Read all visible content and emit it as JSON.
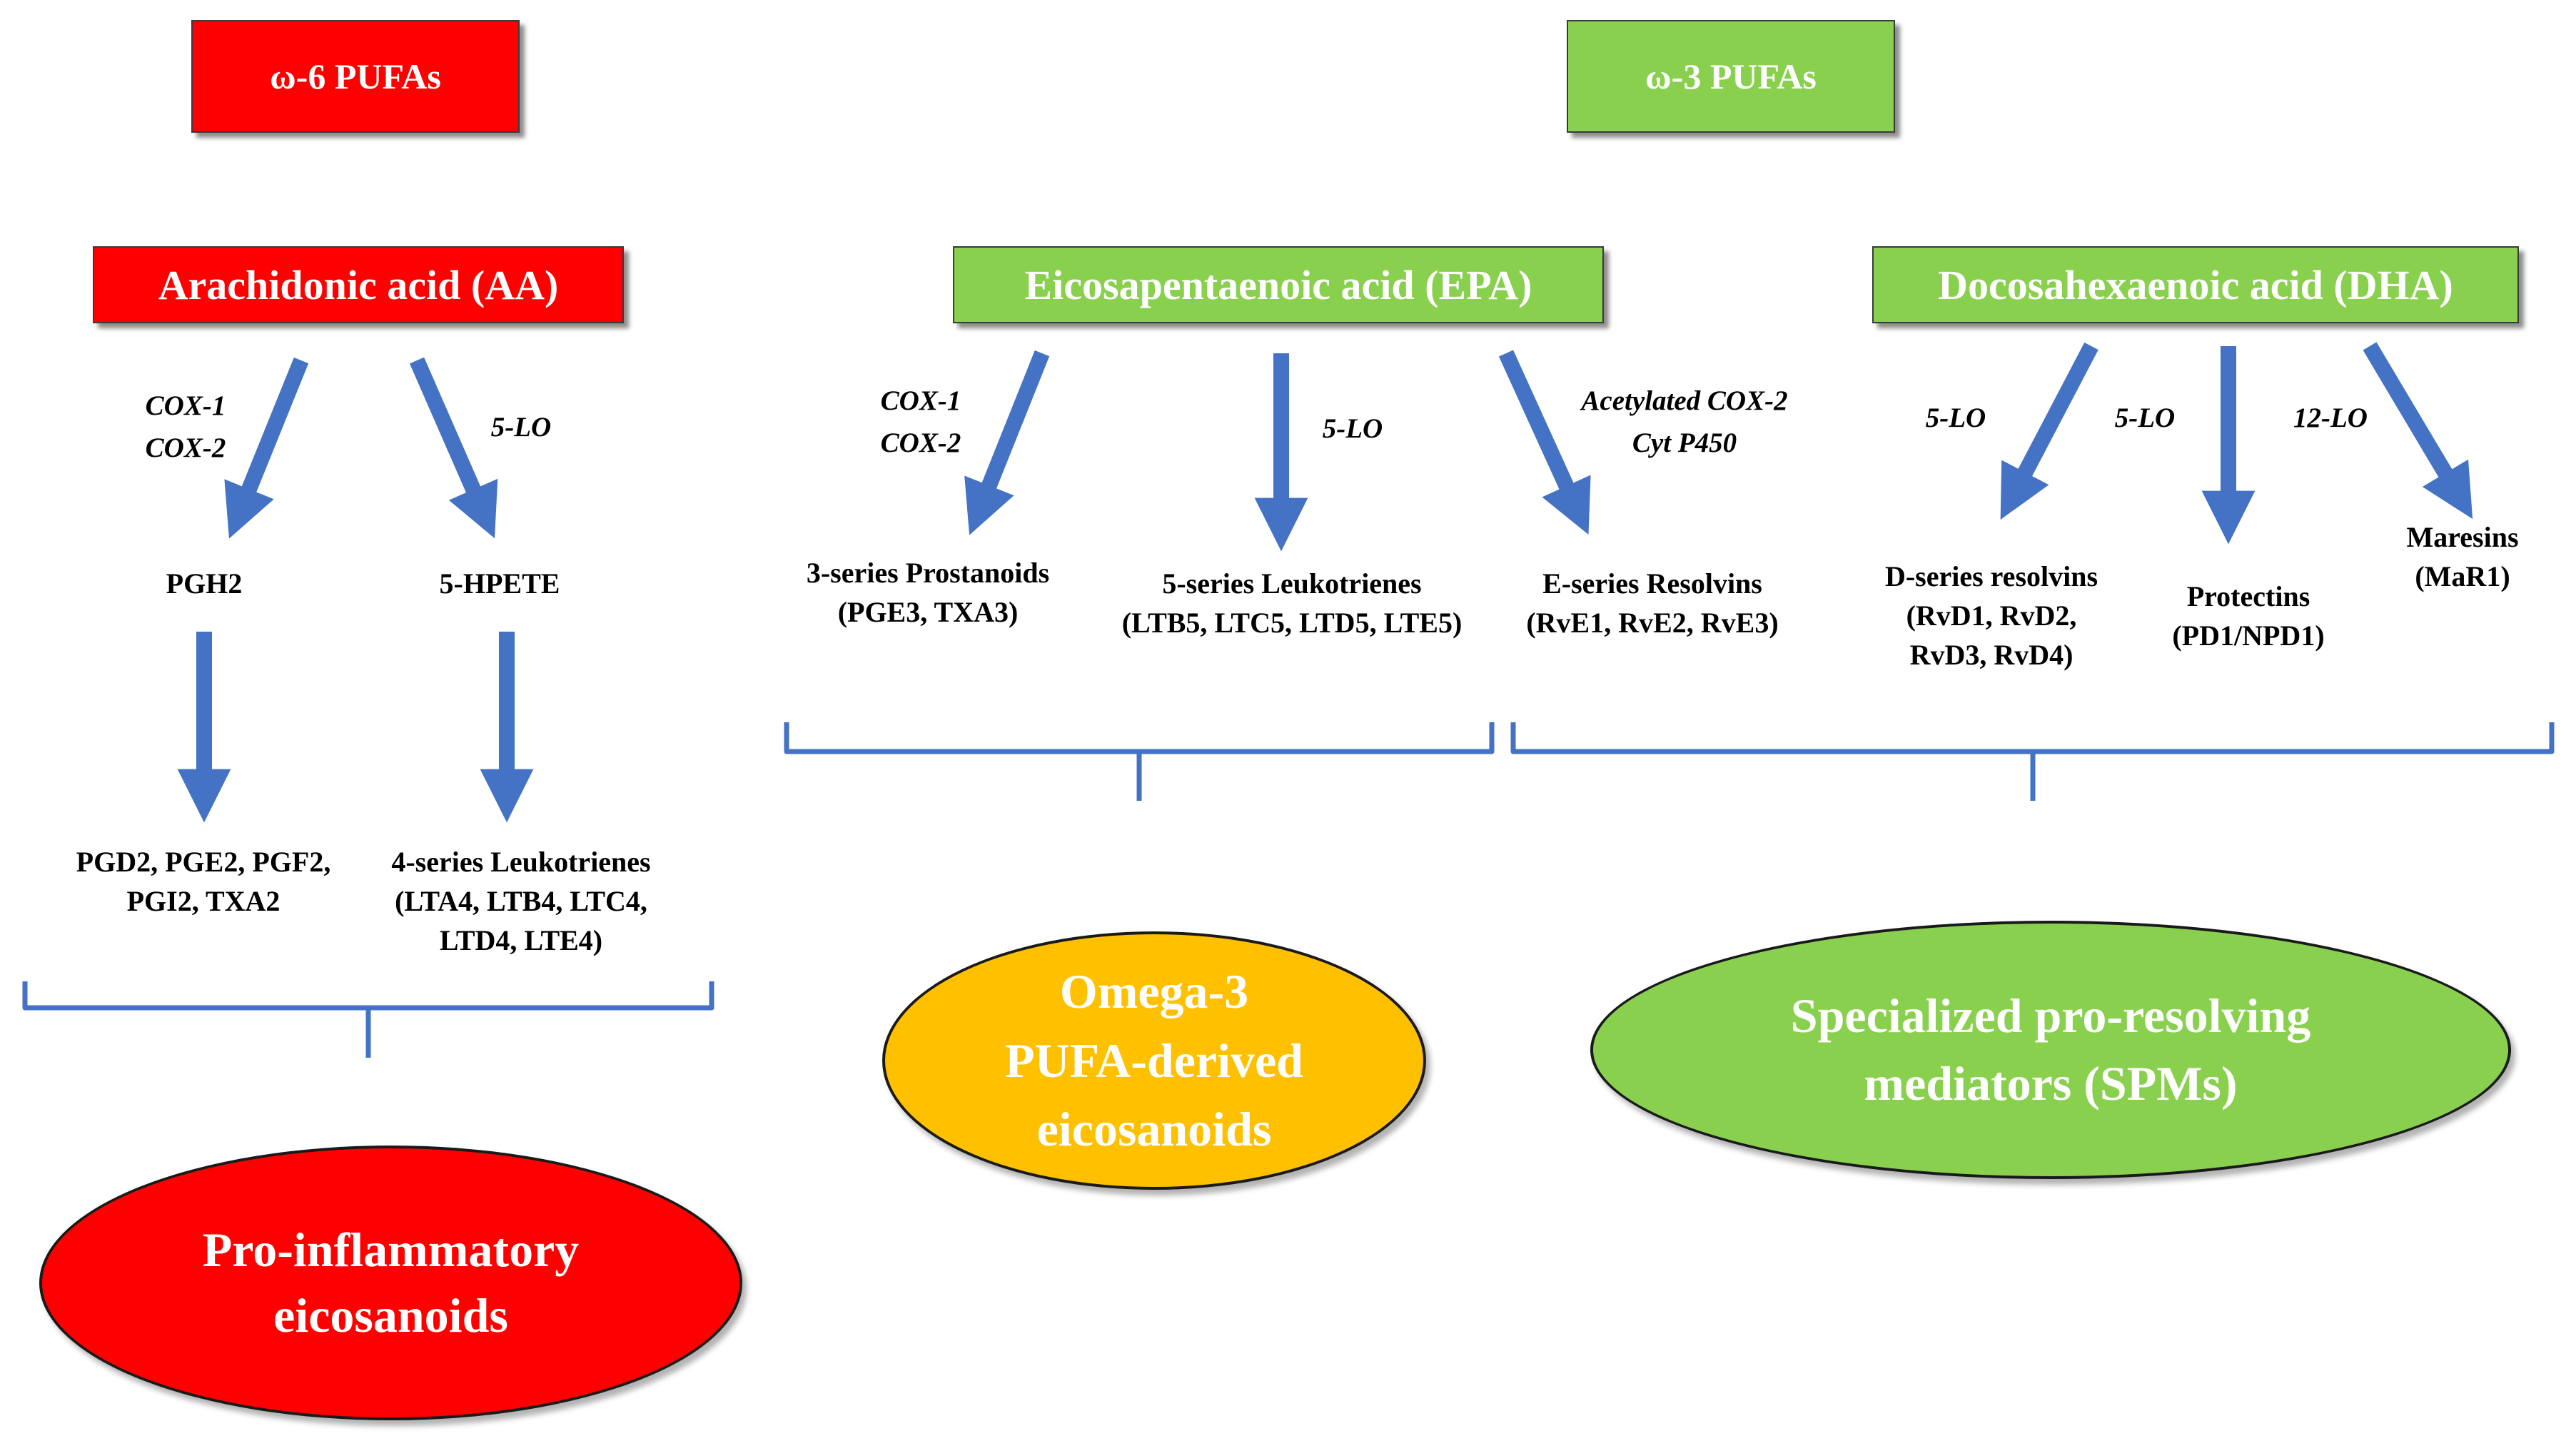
{
  "headers": {
    "omega6": "ω-6 PUFAs",
    "omega3": "ω-3 PUFAs"
  },
  "acids": {
    "aa": "Arachidonic acid (AA)",
    "epa": "Eicosapentaenoic acid (EPA)",
    "dha": "Docosahexaenoic acid (DHA)"
  },
  "enzymes": {
    "aa_cox": "COX-1\nCOX-2",
    "aa_5lo": "5-LO",
    "epa_cox": "COX-1\nCOX-2",
    "epa_5lo": "5-LO",
    "epa_acetylated": "Acetylated COX-2\nCyt P450",
    "dha_5lo_a": "5-LO",
    "dha_5lo_b": "5-LO",
    "dha_12lo": "12-LO"
  },
  "products": {
    "pgh2": "PGH2",
    "hpete": "5-HPETE",
    "prostaglandins": "PGD2, PGE2, PGF2,\nPGI2, TXA2",
    "lt4": "4-series Leukotrienes\n(LTA4, LTB4, LTC4,\nLTD4, LTE4)",
    "prostanoids3": "3-series Prostanoids\n(PGE3, TXA3)",
    "lt5": "5-series Leukotrienes\n(LTB5, LTC5, LTD5, LTE5)",
    "resolvins_e": "E-series Resolvins\n(RvE1, RvE2, RvE3)",
    "resolvins_d": "D-series resolvins\n(RvD1, RvD2,\nRvD3, RvD4)",
    "protectins": "Protectins\n(PD1/NPD1)",
    "maresins": "Maresins\n(MaR1)"
  },
  "outcomes": {
    "pro_inflammatory": "Pro-inflammatory\neicosanoids",
    "omega3_derived": "Omega-3\nPUFA-derived\neicosanoids",
    "spm": "Specialized pro-resolving\nmediators (SPMs)"
  },
  "colors": {
    "red": "#ff0000",
    "green": "#8ad04f",
    "orange": "#ffc000",
    "arrow": "#4472c4",
    "bracket": "#4472c4"
  }
}
